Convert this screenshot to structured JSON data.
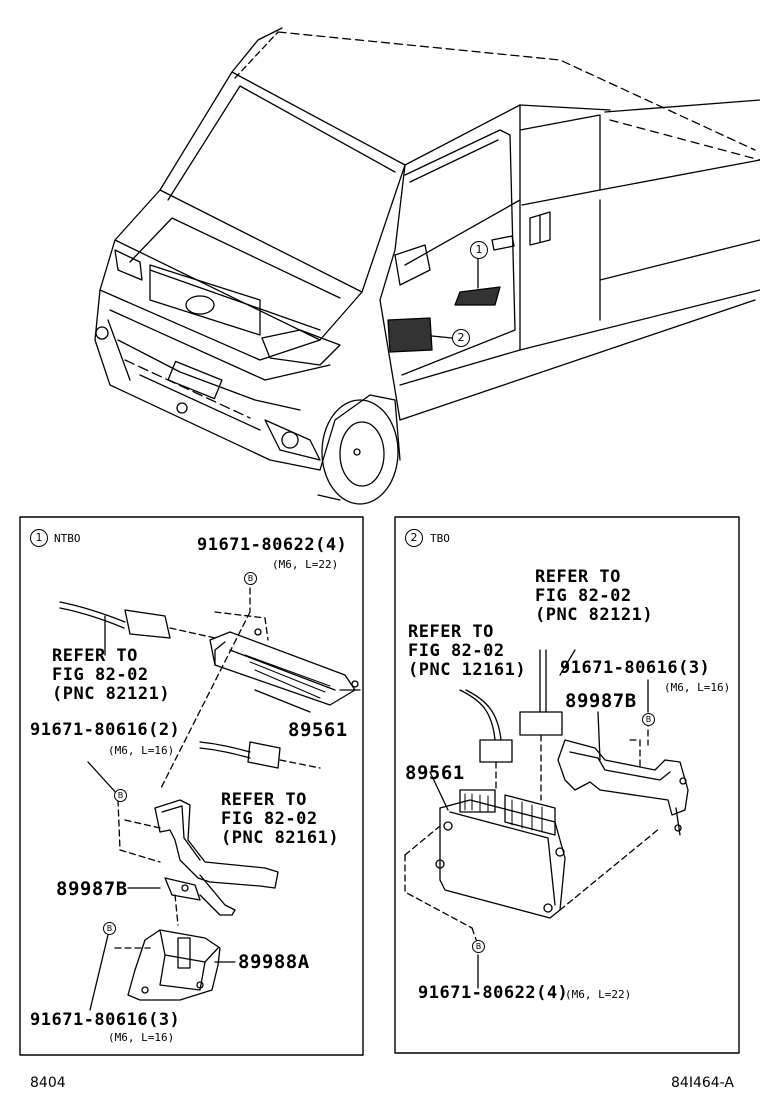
{
  "vehicle_callouts": [
    "1",
    "2"
  ],
  "panel1": {
    "index": "1",
    "variant": "NTBO",
    "bolt_top": "91671-80622(4)",
    "bolt_top_spec": "(M6, L=22)",
    "refer_a": "REFER TO\nFIG 82-02\n(PNC 82121)",
    "ecu": "89561",
    "bolt_mid": "91671-80616(2)",
    "bolt_mid_spec": "(M6, L=16)",
    "refer_b": "REFER TO\nFIG 82-02\n(PNC 82161)",
    "bracket": "89987B",
    "bracket2": "89988A",
    "bolt_bot": "91671-80616(3)",
    "bolt_bot_spec": "(M6, L=16)"
  },
  "panel2": {
    "index": "2",
    "variant": "TBO",
    "refer_a": "REFER TO\nFIG 82-02\n(PNC 82121)",
    "refer_b": "REFER TO\nFIG 82-02\n(PNC 12161)",
    "bolt_right": "91671-80616(3)",
    "bolt_right_spec": "(M6, L=16)",
    "bracket": "89987B",
    "ecu": "89561",
    "bolt_bot": "91671-80622(4)",
    "bolt_bot_spec": "(M6, L=22)"
  },
  "bolt_marker": "B",
  "footer": {
    "left": "8404",
    "right": "84I464-A"
  }
}
